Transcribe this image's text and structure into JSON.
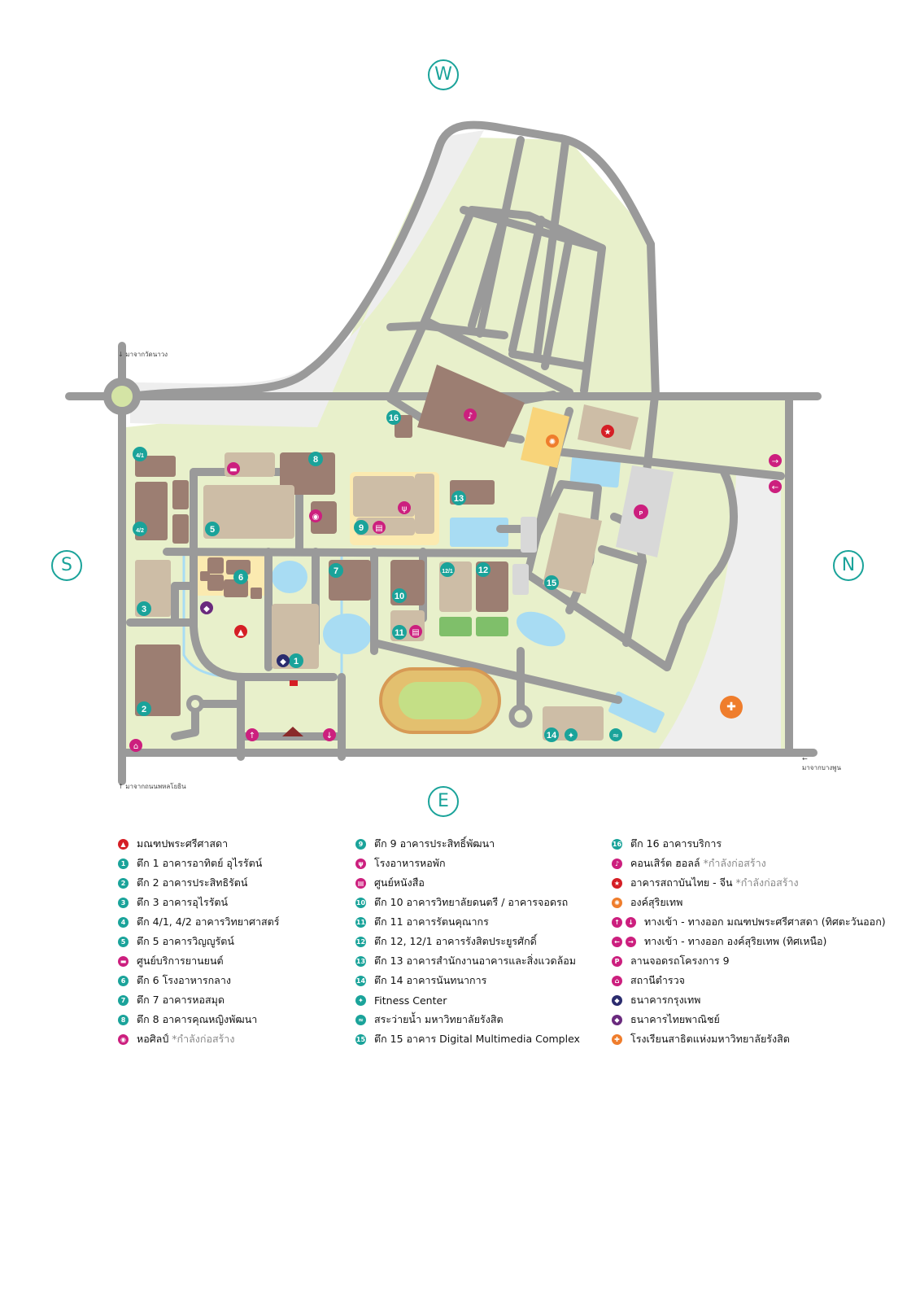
{
  "compass": {
    "west": "W",
    "east": "E",
    "south": "S",
    "north": "N"
  },
  "road_notes": {
    "from_wat_bangwang": "มาจากวัดนาวง",
    "from_phahonyothin": "มาจากถนนพหลโยธิน",
    "from_bangphun": "มาจากบางพูน"
  },
  "map_labels": {
    "b1": "1",
    "b2": "2",
    "b3": "3",
    "b4_1": "4/1",
    "b4_2": "4/2",
    "b5": "5",
    "b6": "6",
    "b7": "7",
    "b8": "8",
    "b9": "9",
    "b10": "10",
    "b11": "11",
    "b12": "12",
    "b12_1": "12/1",
    "b13": "13",
    "b14": "14",
    "b15": "15",
    "b16": "16",
    "parking": "P"
  },
  "colors": {
    "teal": "#1aa39a",
    "magenta": "#cc1f7e",
    "red": "#d51e25",
    "navy": "#2b2c6e",
    "purple": "#6a2a7e",
    "orange": "#ef7d2c",
    "grass": "#e8f0cb",
    "building": "#9c7e72",
    "building_light": "#cdbda6",
    "road": "#9a9a9a",
    "water": "#a8dcf3",
    "highlight": "#fbeab0"
  },
  "legend": [
    [
      {
        "icon": "temple-icon",
        "color": "#d51e25",
        "glyph": "▲",
        "label": "มณฑปพระศรีศาสดา"
      },
      {
        "icon": "building-1-icon",
        "color": "#1aa39a",
        "glyph": "1",
        "label": "ตึก 1  อาคารอาทิตย์ อุไรรัตน์"
      },
      {
        "icon": "building-2-icon",
        "color": "#1aa39a",
        "glyph": "2",
        "label": "ตึก 2  อาคารประสิทธิรัตน์"
      },
      {
        "icon": "building-3-icon",
        "color": "#1aa39a",
        "glyph": "3",
        "label": "ตึก 3  อาคารอุไรรัตน์"
      },
      {
        "icon": "building-4-icon",
        "color": "#1aa39a",
        "glyph": "4",
        "label": "ตึก 4/1, 4/2  อาคารวิทยาศาสตร์"
      },
      {
        "icon": "building-5-icon",
        "color": "#1aa39a",
        "glyph": "5",
        "label": "ตึก 5  อาคารวิญญูรัตน์"
      },
      {
        "icon": "car-service-icon",
        "color": "#cc1f7e",
        "glyph": "▬",
        "label": "ศูนย์บริการยานยนต์"
      },
      {
        "icon": "building-6-icon",
        "color": "#1aa39a",
        "glyph": "6",
        "label": "ตึก 6  โรงอาหารกลาง"
      },
      {
        "icon": "building-7-icon",
        "color": "#1aa39a",
        "glyph": "7",
        "label": "ตึก 7  อาคารหอสมุด"
      },
      {
        "icon": "building-8-icon",
        "color": "#1aa39a",
        "glyph": "8",
        "label": "ตึก 8  อาคารคุณหญิงพัฒนา"
      },
      {
        "icon": "art-gallery-icon",
        "color": "#cc1f7e",
        "glyph": "◉",
        "label": "หอศิลป์",
        "note": "*กำลังก่อสร้าง"
      }
    ],
    [
      {
        "icon": "building-9-icon",
        "color": "#1aa39a",
        "glyph": "9",
        "label": "ตึก 9  อาคารประสิทธิ์พัฒนา"
      },
      {
        "icon": "restaurant-icon",
        "color": "#cc1f7e",
        "glyph": "ψ",
        "label": "โรงอาหารหอพัก"
      },
      {
        "icon": "bookstore-icon",
        "color": "#cc1f7e",
        "glyph": "▤",
        "label": "ศูนย์หนังสือ"
      },
      {
        "icon": "building-10-icon",
        "color": "#1aa39a",
        "glyph": "10",
        "label": "ตึก 10  อาคารวิทยาลัยดนตรี / อาคารจอดรถ"
      },
      {
        "icon": "building-11-icon",
        "color": "#1aa39a",
        "glyph": "11",
        "label": "ตึก 11  อาคารรัตนคุณากร"
      },
      {
        "icon": "building-12-icon",
        "color": "#1aa39a",
        "glyph": "12",
        "label": "ตึก 12, 12/1  อาคารรังสิตประยูรศักดิ์"
      },
      {
        "icon": "building-13-icon",
        "color": "#1aa39a",
        "glyph": "13",
        "label": "ตึก 13  อาคารสำนักงานอาคารและสิ่งแวดล้อม"
      },
      {
        "icon": "building-14-icon",
        "color": "#1aa39a",
        "glyph": "14",
        "label": "ตึก 14  อาคารนันทนาการ"
      },
      {
        "icon": "fitness-icon",
        "color": "#1aa39a",
        "glyph": "✦",
        "label": "Fitness Center"
      },
      {
        "icon": "swimming-pool-icon",
        "color": "#1aa39a",
        "glyph": "≈",
        "label": "สระว่ายน้ำ มหาวิทยาลัยรังสิต"
      },
      {
        "icon": "building-15-icon",
        "color": "#1aa39a",
        "glyph": "15",
        "label": "ตึก 15  อาคาร Digital Multimedia Complex"
      }
    ],
    [
      {
        "icon": "building-16-icon",
        "color": "#1aa39a",
        "glyph": "16",
        "label": "ตึก 16  อาคารบริการ"
      },
      {
        "icon": "concert-hall-icon",
        "color": "#cc1f7e",
        "glyph": "♪",
        "label": "คอนเสิร์ต ฮอลล์",
        "note": "*กำลังก่อสร้าง"
      },
      {
        "icon": "thai-chinese-institute-icon",
        "color": "#d51e25",
        "glyph": "★",
        "label": "อาคารสถาบันไทย - จีน",
        "note": "*กำลังก่อสร้าง"
      },
      {
        "icon": "surya-thep-icon",
        "color": "#ef7d2c",
        "glyph": "✺",
        "label": "องค์สุริยเทพ"
      },
      {
        "icon": "east-gate-icon",
        "color": "#cc1f7e",
        "glyph": "↑",
        "glyph2": "↓",
        "label": "ทางเข้า - ทางออก มณฑปพระศรีศาสดา (ทิศตะวันออก)"
      },
      {
        "icon": "north-gate-icon",
        "color": "#cc1f7e",
        "glyph": "←",
        "glyph2": "→",
        "label": "ทางเข้า - ทางออก องค์สุริยเทพ (ทิศเหนือ)"
      },
      {
        "icon": "parking-icon",
        "color": "#cc1f7e",
        "glyph": "P",
        "label": "ลานจอดรถโครงการ 9"
      },
      {
        "icon": "police-station-icon",
        "color": "#cc1f7e",
        "glyph": "⌂",
        "label": "สถานีตำรวจ"
      },
      {
        "icon": "bangkok-bank-icon",
        "color": "#2b2c6e",
        "glyph": "◆",
        "label": "ธนาคารกรุงเทพ"
      },
      {
        "icon": "scb-bank-icon",
        "color": "#6a2a7e",
        "glyph": "◆",
        "label": "ธนาคารไทยพาณิชย์"
      },
      {
        "icon": "demonstration-school-icon",
        "color": "#ef7d2c",
        "glyph": "✚",
        "label": "โรงเรียนสาธิตแห่งมหาวิทยาลัยรังสิต"
      }
    ]
  ]
}
